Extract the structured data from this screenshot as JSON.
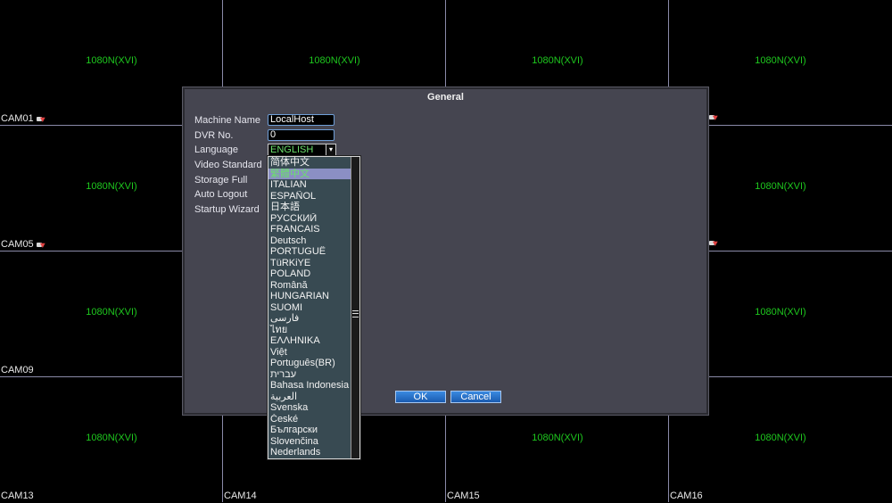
{
  "cameras": [
    {
      "label": "CAM01",
      "resolution": "1080N(XVI)",
      "rec": true
    },
    {
      "label": "",
      "resolution": "1080N(XVI)",
      "rec": false
    },
    {
      "label": "",
      "resolution": "1080N(XVI)",
      "rec": false
    },
    {
      "label": "",
      "resolution": "1080N(XVI)",
      "rec": true
    },
    {
      "label": "CAM05",
      "resolution": "1080N(XVI)",
      "rec": true
    },
    {
      "label": "",
      "resolution": "",
      "rec": false
    },
    {
      "label": "",
      "resolution": "",
      "rec": false
    },
    {
      "label": "",
      "resolution": "1080N(XVI)",
      "rec": true
    },
    {
      "label": "CAM09",
      "resolution": "1080N(XVI)",
      "rec": false
    },
    {
      "label": "",
      "resolution": "",
      "rec": false
    },
    {
      "label": "",
      "resolution": "",
      "rec": false
    },
    {
      "label": "",
      "resolution": "1080N(XVI)",
      "rec": false
    },
    {
      "label": "CAM13",
      "resolution": "1080N(XVI)",
      "rec": false
    },
    {
      "label": "CAM14",
      "resolution": "",
      "rec": false
    },
    {
      "label": "CAM15",
      "resolution": "1080N(XVI)",
      "rec": false
    },
    {
      "label": "CAM16",
      "resolution": "1080N(XVI)",
      "rec": false
    }
  ],
  "dialog": {
    "title": "General",
    "labels": {
      "machine_name": "Machine Name",
      "dvr_no": "DVR No.",
      "language": "Language",
      "video_standard": "Video Standard",
      "storage_full": "Storage Full",
      "auto_logout": "Auto Logout",
      "startup_wizard": "Startup Wizard"
    },
    "values": {
      "machine_name": "LocalHost",
      "dvr_no": "0",
      "language": "ENGLISH"
    },
    "ok_label": "OK",
    "cancel_label": "Cancel"
  },
  "language_dropdown": {
    "selected_index": 1,
    "options": [
      "简体中文",
      "繁體中文",
      "ITALIAN",
      "ESPAÑOL",
      "日本語",
      "РУССКИЙ",
      "FRANCAIS",
      "Deutsch",
      "PORTUGUÊ",
      "TüRKiYE",
      "POLAND",
      "Română",
      "HUNGARIAN",
      "SUOMI",
      "فارسی",
      "ไทย",
      "ΕΛΛΗΝΙΚΑ",
      "Việt",
      "Português(BR)",
      "עברית",
      "Bahasa Indonesia",
      "العربية",
      "Svenska",
      "České",
      "Български",
      "Slovenčina",
      "Nederlands"
    ]
  },
  "colors": {
    "resolution_text": "#1ec81e",
    "dialog_bg": "#454550",
    "dropdown_bg": "#384a52",
    "selected_option": "#8b8fc4",
    "button": "#1a5bb0"
  }
}
